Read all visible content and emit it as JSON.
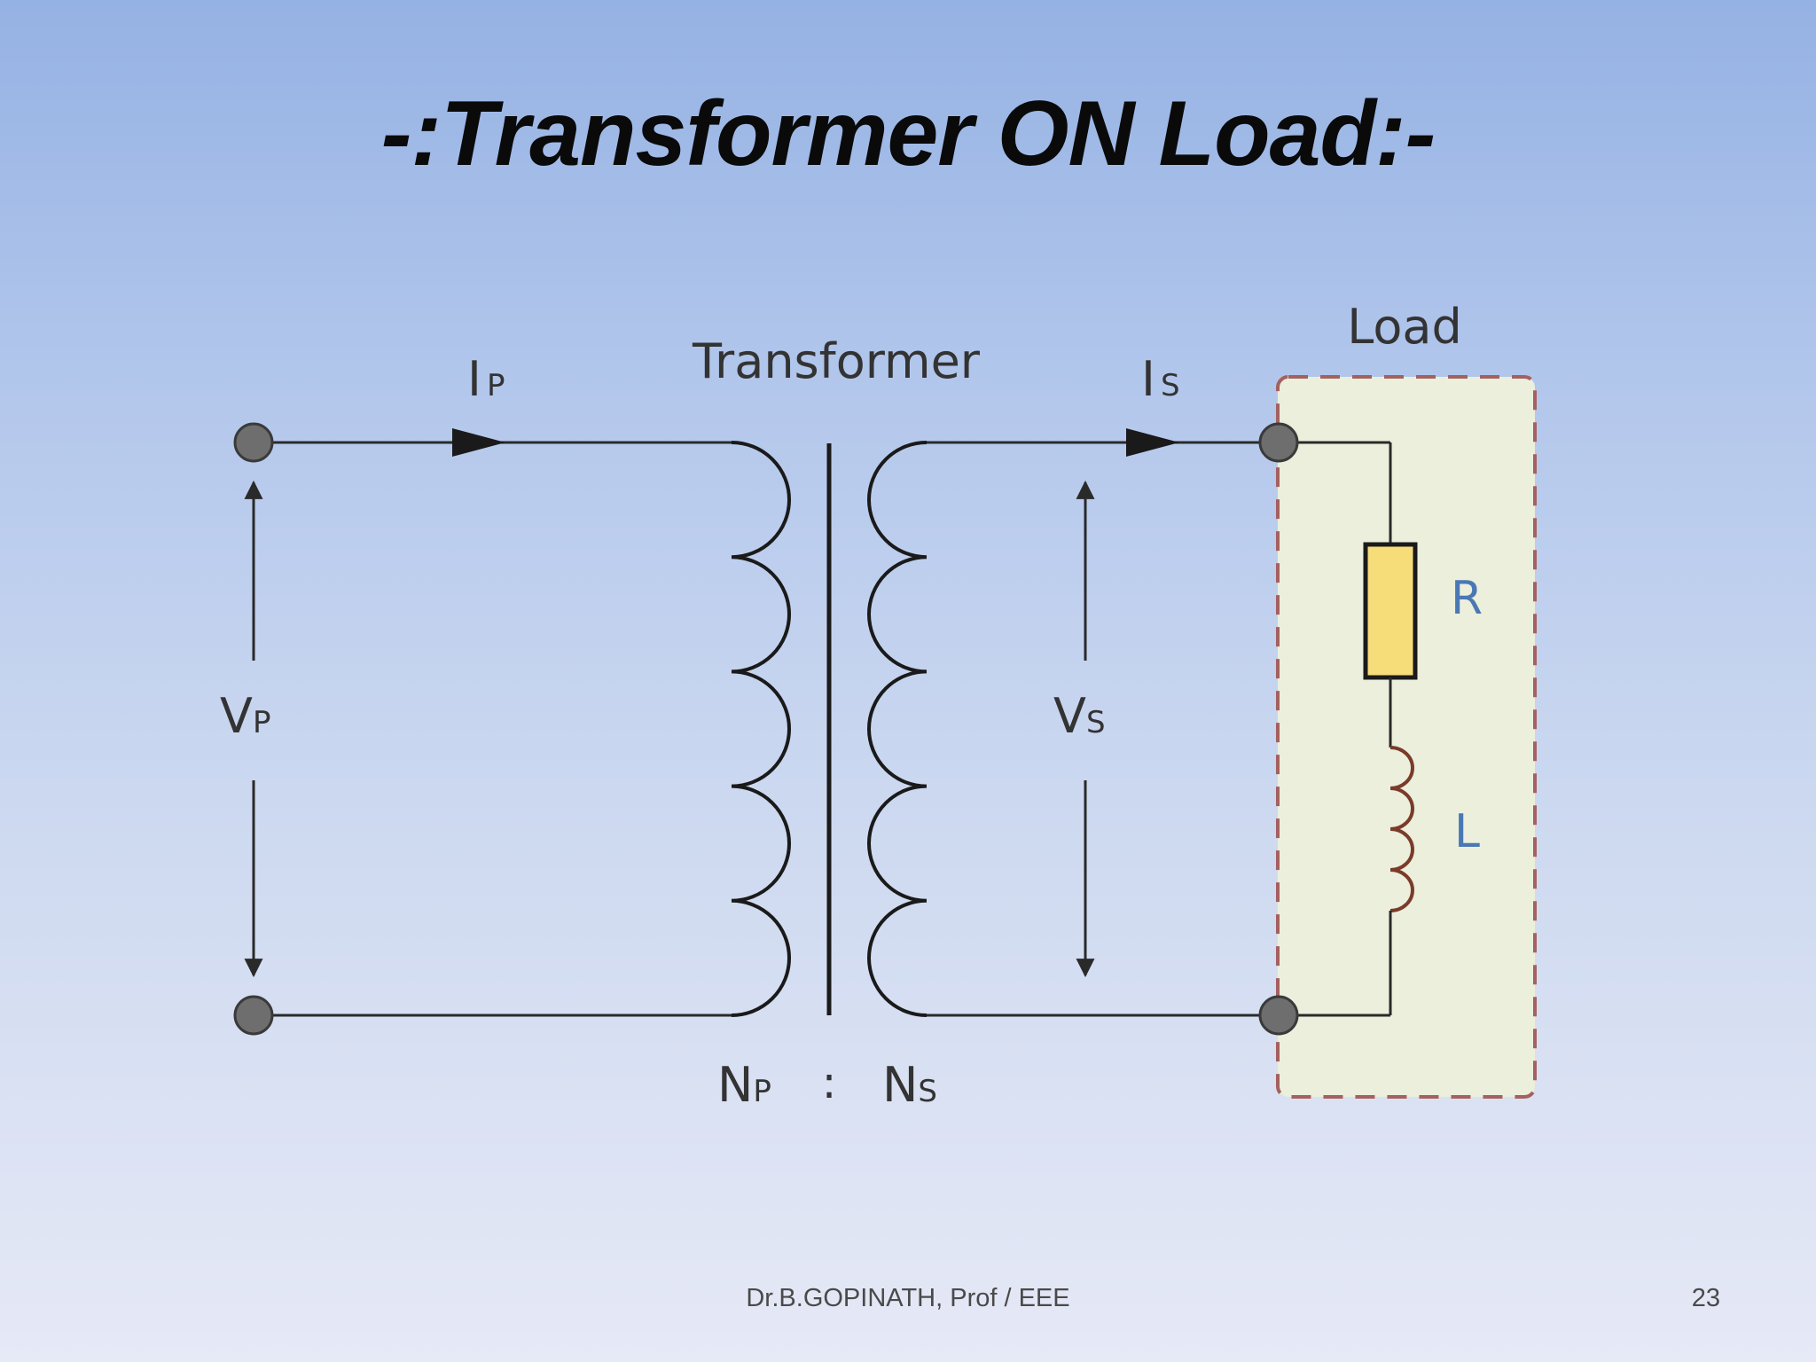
{
  "slide": {
    "title": "-:Transformer ON Load:-",
    "footer_author": "Dr.B.GOPINATH, Prof / EEE",
    "page_number": "23"
  },
  "diagram": {
    "transformer_label": "Transformer",
    "load_label": "Load",
    "primary_current": {
      "main": "I",
      "sub": "P"
    },
    "secondary_current": {
      "main": "I",
      "sub": "S"
    },
    "primary_voltage": {
      "main": "V",
      "sub": "P"
    },
    "secondary_voltage": {
      "main": "V",
      "sub": "S"
    },
    "primary_turns": {
      "main": "N",
      "sub": "P"
    },
    "turns_separator": ":",
    "secondary_turns": {
      "main": "N",
      "sub": "S"
    },
    "resistor_label": "R",
    "inductor_label": "L",
    "colors": {
      "wire": "#2a2a2a",
      "terminal": "#6e6e6e",
      "load_box_fill": "#ebefdc",
      "load_box_border": "#a56060",
      "resistor_fill": "#f7dc7a",
      "inductor": "#7a3b2a",
      "component_label": "#4a78b4"
    }
  }
}
